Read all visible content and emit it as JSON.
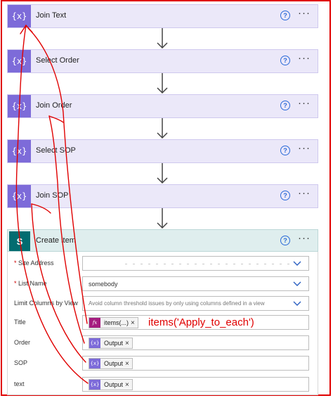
{
  "steps": [
    {
      "title": "Join Text",
      "icon": "{x}"
    },
    {
      "title": "Select Order",
      "icon": "{x}"
    },
    {
      "title": "Join Order",
      "icon": "{x}"
    },
    {
      "title": "Select SOP",
      "icon": "{x}"
    },
    {
      "title": "Join SOP",
      "icon": "{x}"
    }
  ],
  "create_item": {
    "title": "Create item",
    "icon_letter": "S",
    "site_address_label": "Site Address",
    "list_name_label": "List Name",
    "list_name_value": "somebody",
    "limit_columns_label": "Limit Columns by View",
    "limit_columns_placeholder": "Avoid column threshold issues by only using columns defined in a view",
    "title_label": "Title",
    "title_token": "items(...)",
    "order_label": "Order",
    "sop_label": "SOP",
    "text_label": "text",
    "output_token": "Output"
  },
  "annotation": "items('Apply_to_each')",
  "glyphs": {
    "help": "?",
    "more": "···",
    "close": "×",
    "required": "*",
    "fx": "fx"
  },
  "colors": {
    "variable": "#7d6bd9",
    "sharepoint": "#036c70",
    "expression": "#a51c7f",
    "annotation": "#e00000"
  }
}
